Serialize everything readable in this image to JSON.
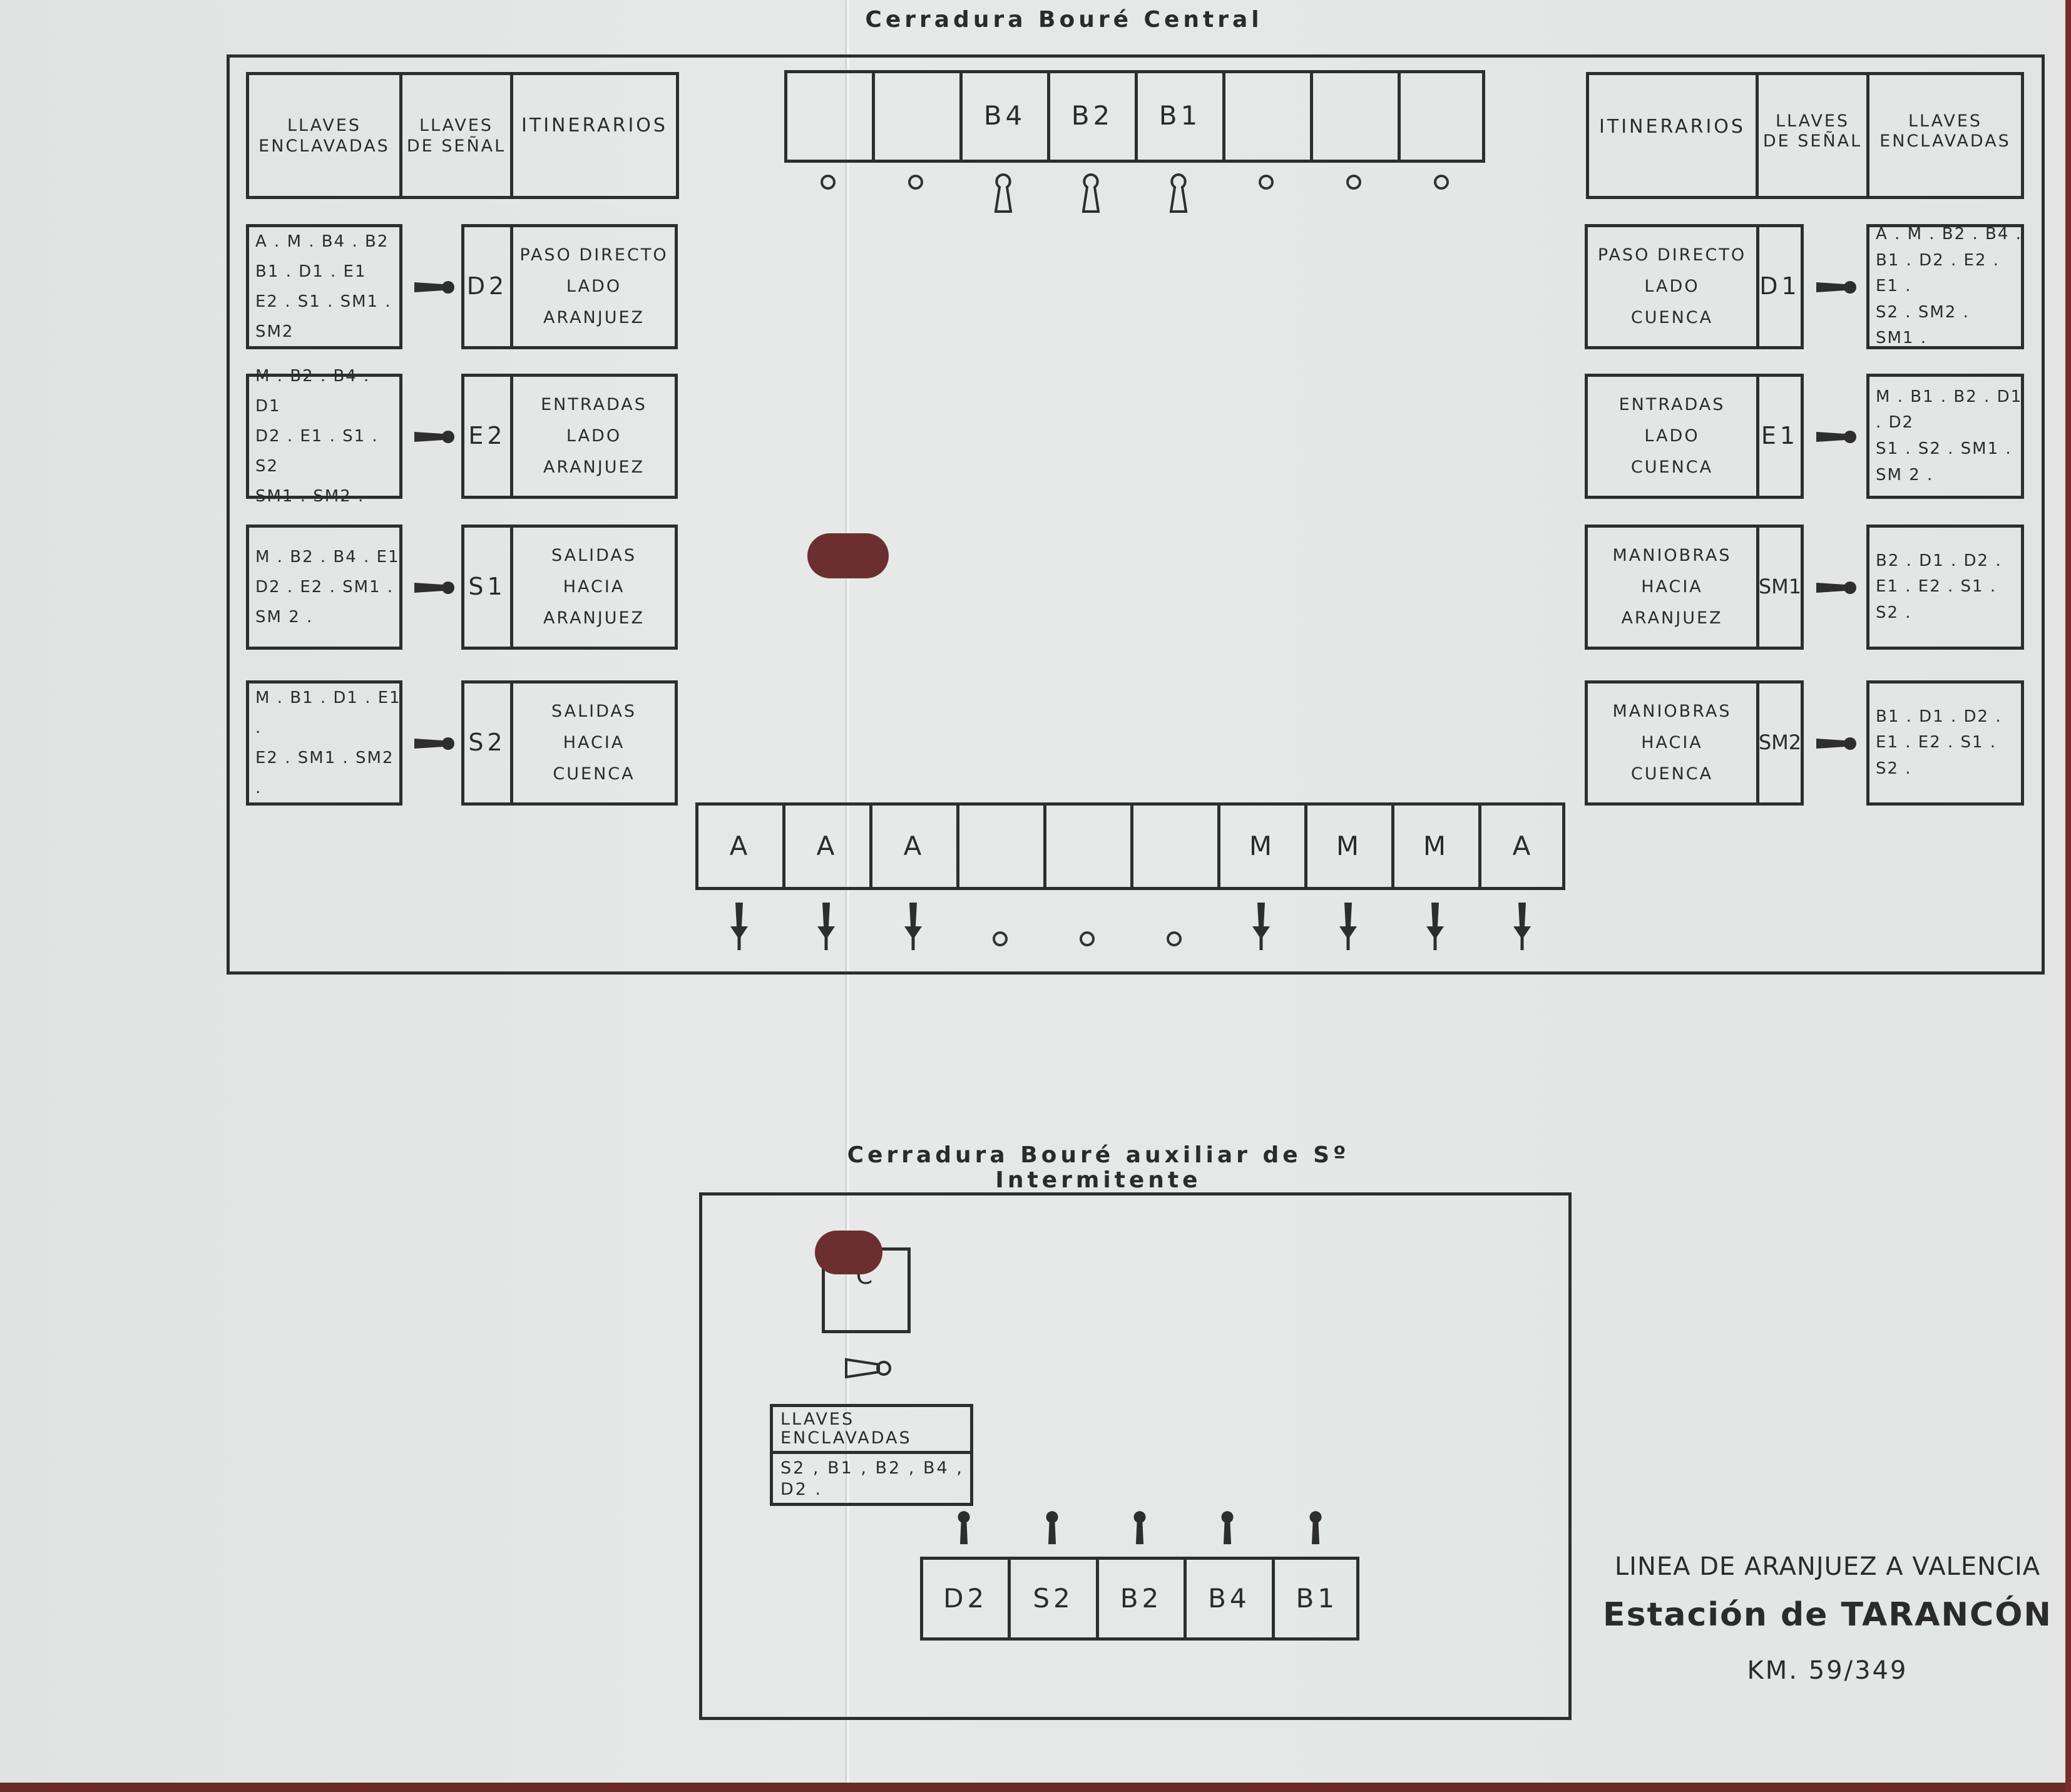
{
  "central": {
    "title": "Cerradura Bouré Central",
    "top_slots": [
      "",
      "",
      "B4",
      "B2",
      "B1",
      "",
      "",
      ""
    ],
    "bottom_slots": [
      "A",
      "A",
      "A",
      "",
      "",
      "",
      "M",
      "M",
      "M",
      "A"
    ],
    "left_header": {
      "enclavadas": "LLAVES\nENCLAVADAS",
      "senal": "LLAVES\nDE SEÑAL",
      "itinerarios": "ITINERARIOS"
    },
    "right_header": {
      "itinerarios": "ITINERARIOS",
      "senal": "LLAVES\nDE SEÑAL",
      "enclavadas": "LLAVES\nENCLAVADAS"
    },
    "left_rows": [
      {
        "enclavadas": "A . M . B4 . B2\nB1 . D1 . E1\nE2 . S1 . SM1 . SM2",
        "key": "D2",
        "itinerario": "PASO DIRECTO\nLADO\nARANJUEZ"
      },
      {
        "enclavadas": "M . B2 . B4 . D1\nD2 . E1 . S1 . S2\nSM1 . SM2 .",
        "key": "E2",
        "itinerario": "ENTRADAS\nLADO\nARANJUEZ"
      },
      {
        "enclavadas": "M . B2 . B4 . E1\nD2 . E2 . SM1 .\nSM 2 .",
        "key": "S1",
        "itinerario": "SALIDAS\nHACIA\nARANJUEZ"
      },
      {
        "enclavadas": "M . B1 . D1 . E1 .\nE2 . SM1 . SM2 .",
        "key": "S2",
        "itinerario": "SALIDAS\nHACIA\nCUENCA"
      }
    ],
    "right_rows": [
      {
        "itinerario": "PASO DIRECTO\nLADO\nCUENCA",
        "key": "D1",
        "enclavadas": "A . M . B2 . B4 .\nB1 . D2 . E2 . E1 .\nS2 . SM2 .\nSM1 ."
      },
      {
        "itinerario": "ENTRADAS\nLADO\nCUENCA",
        "key": "E1",
        "enclavadas": "M . B1 . B2 . D1 . D2\nS1 . S2 . SM1 .\nSM 2 ."
      },
      {
        "itinerario": "MANIOBRAS\nHACIA\nARANJUEZ",
        "key": "SM1",
        "enclavadas": "B2 . D1 . D2 .\nE1 . E2 . S1 .\nS2 ."
      },
      {
        "itinerario": "MANIOBRAS\nHACIA\nCUENCA",
        "key": "SM2",
        "enclavadas": "B1 . D1 . D2 .\nE1 . E2 . S1 .\nS2 ."
      }
    ]
  },
  "auxiliar": {
    "title": "Cerradura Bouré auxiliar de Sº Intermitente",
    "c_key": "C",
    "enclavadas_header": "LLAVES\nENCLAVADAS",
    "enclavadas_values": "S2 , B1 , B2 , B4 ,\nD2 .",
    "slots": [
      "D2",
      "S2",
      "B2",
      "B4",
      "B1"
    ]
  },
  "station": {
    "line": "LINEA DE ARANJUEZ A VALENCIA",
    "name": "Estación de TARANCÓN",
    "km": "KM. 59/349"
  }
}
